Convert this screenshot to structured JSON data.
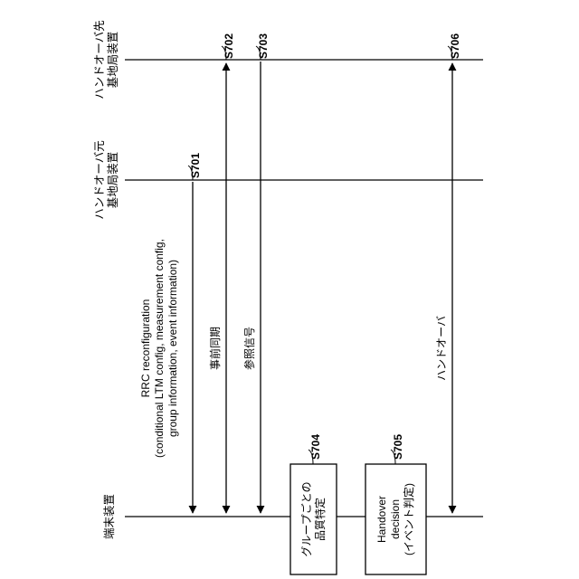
{
  "entities": {
    "terminal": "端末装置",
    "source_line1": "ハンドオーバ元",
    "source_line2": "基地局装置",
    "target_line1": "ハンドオーバ先",
    "target_line2": "基地局装置"
  },
  "steps": {
    "s701": "S701",
    "s702": "S702",
    "s703": "S703",
    "s704": "S704",
    "s705": "S705",
    "s706": "S706"
  },
  "messages": {
    "rrc_line1": "RRC reconfiguration",
    "rrc_line2": "(conditional LTM config, measurement config,",
    "rrc_line3": "group information, event information)",
    "pre_sync": "事前同期",
    "reference_signal": "参照信号",
    "handover": "ハンドオーバ"
  },
  "boxes": {
    "quality_line1": "グループごとの",
    "quality_line2": "品質特定",
    "decision_line1": "Handover",
    "decision_line2": "decision",
    "decision_line3": "(イベント判定)"
  }
}
